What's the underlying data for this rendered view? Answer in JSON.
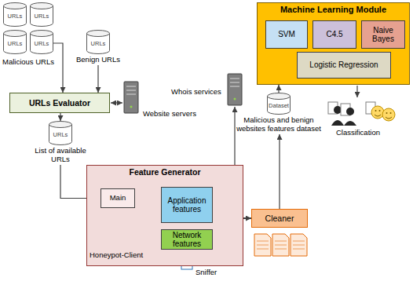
{
  "diagram": {
    "nodes": [
      {
        "text": [
          "URLs"
        ]
      },
      {
        "text": [
          "URLs"
        ]
      },
      {
        "text": [
          "URLs"
        ]
      },
      {
        "text": [
          "URLs"
        ]
      },
      {
        "text": [
          "URLs",
          "Benign URLs"
        ]
      },
      {
        "text": [
          "URLs Evaluator"
        ]
      },
      {
        "text": [
          "URLs",
          "List of available URLs"
        ]
      },
      {
        "text": [
          "Machine Learning Module"
        ]
      },
      {
        "text": [
          "SVM"
        ],
        "in": 7
      },
      {
        "text": [
          "C4.5"
        ],
        "in": 7
      },
      {
        "text": [
          "Naive Bayes"
        ],
        "in": 7
      },
      {
        "text": [
          "Logistic Regression"
        ],
        "in": 7
      },
      {
        "text": [
          "Dataset",
          "Malicious and benign websites features dataset"
        ]
      },
      {
        "text": [
          "Feature Generator"
        ]
      },
      {
        "text": [
          "Main"
        ],
        "in": 13
      },
      {
        "text": [
          "Application features"
        ],
        "in": 13
      },
      {
        "text": [
          "Network features"
        ],
        "in": 13
      },
      {
        "text": [
          "Cleaner"
        ]
      }
    ],
    "edges": [
      {
        "from": 3,
        "to": 5,
        "arrow": "to"
      },
      {
        "from": 4,
        "to": 5,
        "arrow": "to"
      },
      {
        "from": 5,
        "to": 6,
        "arrow": "to"
      },
      {
        "from": 6,
        "to": 14,
        "arrow": "to"
      },
      {
        "from": 14,
        "to": 15,
        "arrow": "both"
      },
      {
        "from": 14,
        "to": 16,
        "arrow": "both"
      },
      {
        "from": 13,
        "to": 17,
        "arrow": "to"
      },
      {
        "from": 17,
        "to": 12,
        "arrow": "to"
      },
      {
        "from": 12,
        "to": 7,
        "arrow": "to"
      }
    ],
    "labels": [
      "Malicious URLs",
      "Website servers",
      "Whois services",
      "Classification",
      "Honeypot-Client",
      "Sniffer"
    ]
  }
}
